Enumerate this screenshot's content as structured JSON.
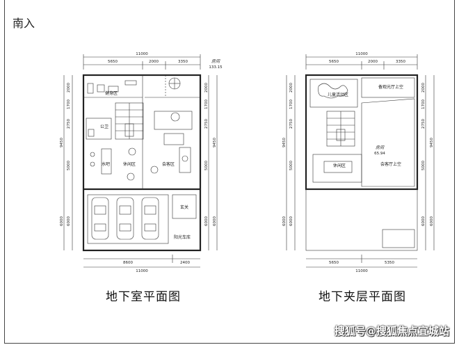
{
  "corner_title": "南入",
  "left_plan": {
    "title": "地下室平面图",
    "top_dims": [
      "5650",
      "2000",
      "3350"
    ],
    "top_total": "11000",
    "bottom_dims": [
      "8600",
      "2400"
    ],
    "bottom_total": "11000",
    "left_dims": [
      "2000",
      "1700",
      "2750",
      "5000",
      "6000"
    ],
    "left_total": "9450",
    "left_total_lower": "6000",
    "right_dims": [
      "2000",
      "1700",
      "2750",
      "5000",
      "6000"
    ],
    "right_total": "9450",
    "right_total_lower": "6000",
    "area_label": "房间",
    "area_value": "133.15",
    "rooms": {
      "gym": "健身区",
      "wc": "公卫",
      "bar": "水吧",
      "leisure": "休闲区",
      "meeting": "会客区",
      "entry": "玄关",
      "garage": "阳光车库"
    }
  },
  "right_plan": {
    "title": "地下夹层平面图",
    "top_dims": [
      "5650",
      "2000",
      "3350"
    ],
    "top_total": "11000",
    "bottom_dims": [
      "5650",
      "5350"
    ],
    "bottom_total": "11000",
    "left_dims": [
      "2000",
      "1700",
      "2750",
      "5000",
      "6000"
    ],
    "left_total": "9450",
    "left_total_lower": "6000",
    "right_dims": [
      "2000",
      "1700",
      "2750",
      "5000",
      "6000"
    ],
    "right_total": "9450",
    "right_total_lower": "6000",
    "area_label": "房间",
    "area_value": "65.94",
    "rooms": {
      "kids": "儿童活动区",
      "skylight": "备观光厅上空",
      "leisure": "休闲区",
      "lounge_void": "会客厅上空"
    }
  },
  "watermark": "搜狐号@搜狐焦点宜城站"
}
